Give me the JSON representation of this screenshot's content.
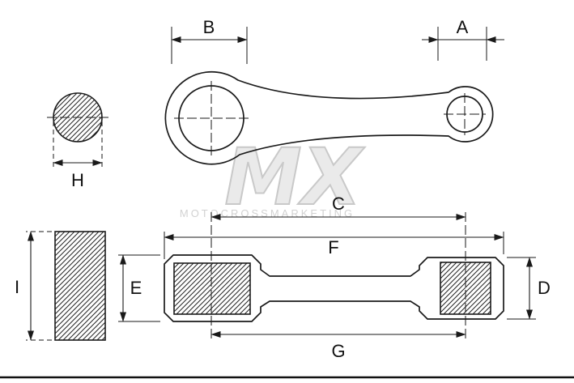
{
  "dimensions": {
    "A": "A",
    "B": "B",
    "C": "C",
    "D": "D",
    "E": "E",
    "F": "F",
    "G": "G",
    "H": "H",
    "I": "I"
  },
  "watermark": {
    "logo_text": "MX",
    "caption": "MOTOCROSSMARKETING"
  },
  "colors": {
    "line": "#1a1a1a",
    "watermark_fill": "#eaeaea",
    "watermark_caption": "#d2d2d2",
    "background": "#ffffff"
  }
}
